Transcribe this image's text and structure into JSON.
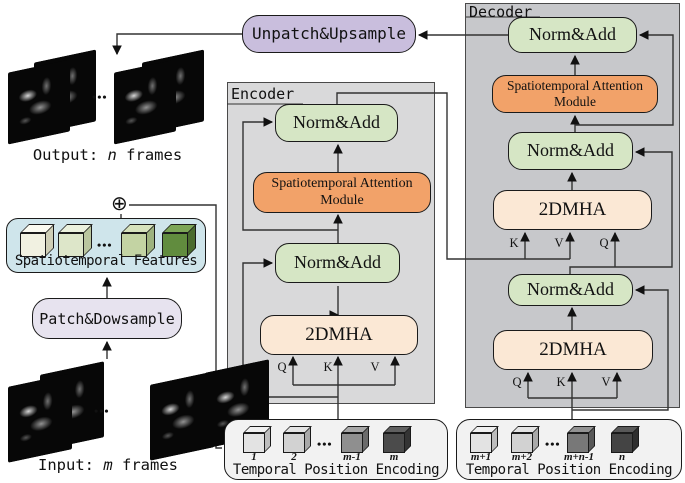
{
  "symbols": {
    "plus": "⊕",
    "ellipsis": "•••"
  },
  "labels": {
    "encoder": "Encoder",
    "decoder": "Decoder",
    "norm_add": "Norm&Add",
    "mha": "2DMHA",
    "sam_line1": "Spatiotemporal Attention",
    "sam_line2": "Module",
    "unpatch": "Unpatch&Upsample",
    "patch": "Patch&Dowsample",
    "q": "Q",
    "k": "K",
    "v": "V"
  },
  "output_caption": {
    "pre": "Output: ",
    "var": "n",
    "post": " frames"
  },
  "input_caption": {
    "pre": "Input: ",
    "var": "m",
    "post": " frames"
  },
  "features": {
    "title": "Spatiotemporal Features",
    "cubes": [
      {
        "front": "#f1f1e1",
        "top": "#fafaf0",
        "side": "#cfcfb6"
      },
      {
        "front": "#dde6c9",
        "top": "#ebf1dd",
        "side": "#bac69f"
      },
      {
        "front": "#c3d3a3",
        "top": "#d6e2bc",
        "side": "#9eb27e"
      },
      {
        "front": "#618c3e",
        "top": "#7da657",
        "side": "#4a6b2e"
      }
    ]
  },
  "tpe_left": {
    "title": "Temporal Position Encoding",
    "cubes": [
      {
        "label": "1",
        "front": "#e3e3e3",
        "top": "#f0f0f0",
        "side": "#bdbdbd"
      },
      {
        "label": "2",
        "front": "#d2d2d2",
        "top": "#e3e3e3",
        "side": "#a9a9a9"
      },
      {
        "label": "m-1",
        "front": "#8f8f8f",
        "top": "#a7a7a7",
        "side": "#6b6b6b"
      },
      {
        "label": "m",
        "front": "#4b4b4b",
        "top": "#606060",
        "side": "#343434"
      }
    ]
  },
  "tpe_right": {
    "title": "Temporal Position Encoding",
    "cubes": [
      {
        "label": "m+1",
        "front": "#e3e3e3",
        "top": "#f0f0f0",
        "side": "#bdbdbd"
      },
      {
        "label": "m+2",
        "front": "#d2d2d2",
        "top": "#e3e3e3",
        "side": "#a9a9a9"
      },
      {
        "label": "m+n-1",
        "front": "#787878",
        "top": "#929292",
        "side": "#585858"
      },
      {
        "label": "n",
        "front": "#444444",
        "top": "#585858",
        "side": "#2e2e2e"
      }
    ]
  },
  "colors": {
    "norm_add": "#d6e6c5",
    "attention_module": "#f2a269",
    "mha": "#fbe8d5",
    "unpatch": "#c9bedd",
    "patch": "#e7e3ef",
    "features_bg": "#cfe5eb",
    "encoder_bg": "#d9d9da",
    "decoder_bg": "#c7c8cb",
    "tpe_bg": "#f2f2f2"
  }
}
